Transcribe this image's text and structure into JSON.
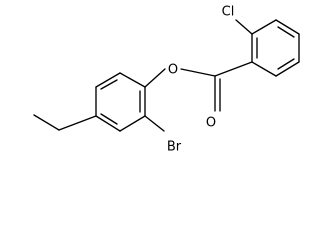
{
  "molecule": {
    "atom_labels": {
      "chlorine": "Cl",
      "oxygen_ester": "O",
      "oxygen_carbonyl": "O",
      "bromine": "Br"
    }
  }
}
